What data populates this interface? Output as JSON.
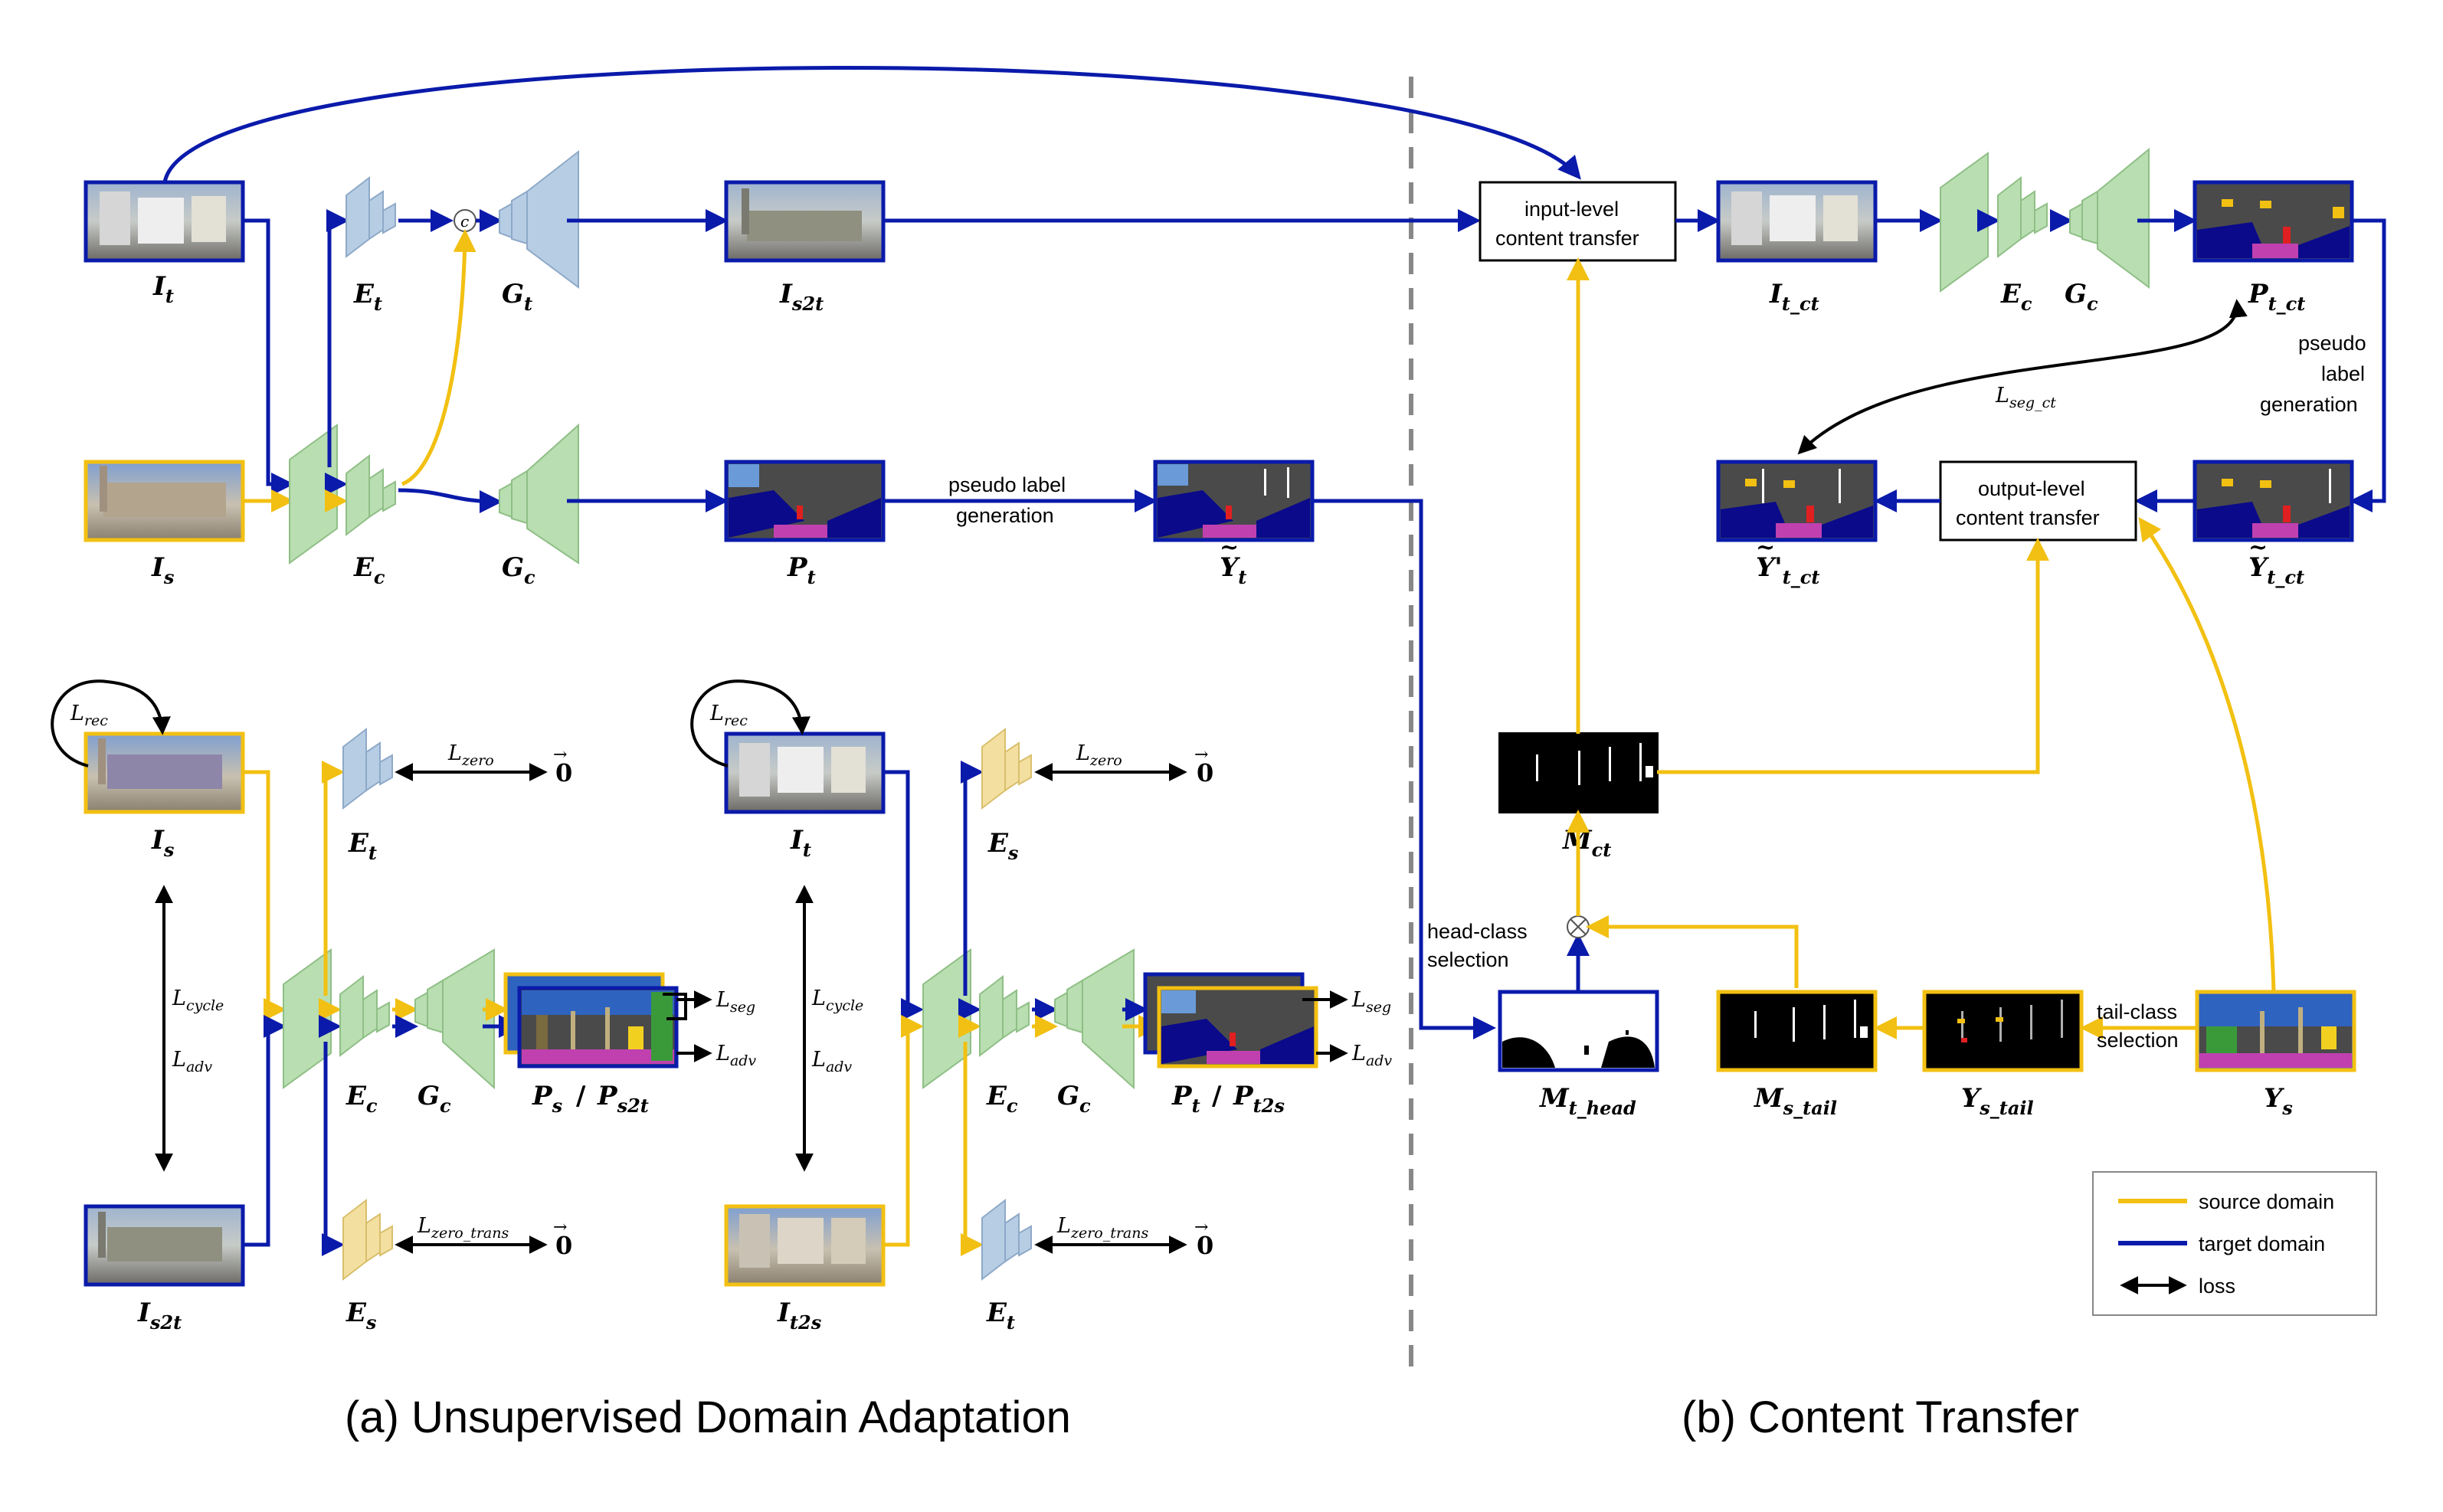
{
  "captions": {
    "left": "(a) Unsupervised Domain Adaptation",
    "right": "(b) Content Transfer"
  },
  "labels": {
    "It_top": "I",
    "It_top_sub": "t",
    "Et_top": "E",
    "Et_top_sub": "t",
    "Gt_top": "G",
    "Gt_top_sub": "t",
    "Is2t_top": "I",
    "Is2t_top_sub": "s2t",
    "Is_top": "I",
    "Is_top_sub": "s",
    "Ec_top": "E",
    "Ec_top_sub": "c",
    "Gc_top": "G",
    "Gc_top_sub": "c",
    "Pt_top": "P",
    "Pt_top_sub": "t",
    "Yt_top": "Y",
    "Yt_top_sub": "t",
    "Is_mid": "I",
    "Is_mid_sub": "s",
    "Et_mid": "E",
    "Et_mid_sub": "t",
    "Ec_mid1": "E",
    "Ec_mid1_sub": "c",
    "Gc_mid1": "G",
    "Gc_mid1_sub": "c",
    "Ps_mid": "P",
    "Ps_mid_sub": "s",
    "Ps2t_mid": "P",
    "Ps2t_mid_sub": "s2t",
    "Es_bot1": "E",
    "Es_bot1_sub": "s",
    "Is2t_bot": "I",
    "Is2t_bot_sub": "s2t",
    "It_mid": "I",
    "It_mid_sub": "t",
    "Es_mid": "E",
    "Es_mid_sub": "s",
    "Ec_mid2": "E",
    "Ec_mid2_sub": "c",
    "Gc_mid2": "G",
    "Gc_mid2_sub": "c",
    "Pt_mid": "P",
    "Pt_mid_sub": "t",
    "Pt2s_mid": "P",
    "Pt2s_mid_sub": "t2s",
    "Et_bot2": "E",
    "Et_bot2_sub": "t",
    "It2s_bot": "I",
    "It2s_bot_sub": "t2s",
    "Itct": "I",
    "Itct_sub": "t_ct",
    "Ec_r": "E",
    "Ec_r_sub": "c",
    "Gc_r": "G",
    "Gc_r_sub": "c",
    "Ptct": "P",
    "Ptct_sub": "t_ct",
    "Yprime": "Y'",
    "Yprime_sub": "t_ct",
    "Ytct": "Y",
    "Ytct_sub": "t_ct",
    "Mct": "M",
    "Mct_sub": "ct",
    "Mthead": "M",
    "Mthead_sub": "t_head",
    "Mstail": "M",
    "Mstail_sub": "s_tail",
    "Ystail": "Y",
    "Ystail_sub": "s_tail",
    "Ys": "Y",
    "Ys_sub": "s"
  },
  "losses": {
    "rec": "L",
    "rec_sub": "rec",
    "zero": "L",
    "zero_sub": "zero",
    "zero_trans": "L",
    "zero_trans_sub": "zero_trans",
    "cycle": "L",
    "cycle_sub": "cycle",
    "adv": "L",
    "adv_sub": "adv",
    "seg": "L",
    "seg_sub": "seg",
    "seg_ct": "L",
    "seg_ct_sub": "seg_ct",
    "zero_vec": "0"
  },
  "boxes": {
    "input_level_1": "input-level",
    "input_level_2": "content transfer",
    "output_level_1": "output-level",
    "output_level_2": "content transfer"
  },
  "annotations": {
    "pseudo_1": "pseudo label",
    "pseudo_2": "generation",
    "pseudo_r_1": "pseudo",
    "pseudo_r_2": "label",
    "pseudo_r_3": "generation",
    "head_1": "head-class",
    "head_2": "selection",
    "tail_1": "tail-class",
    "tail_2": "selection",
    "slash": "/",
    "concat": "c"
  },
  "legend": {
    "source": "source domain",
    "target": "target domain",
    "loss": "loss"
  },
  "colors": {
    "source": "#F2C012",
    "target": "#0A1AAA",
    "loss": "#000000",
    "divider": "#888888",
    "enc_green": "#B9DEB1",
    "enc_blue": "#B7CDE4",
    "enc_yellow": "#F3DFA0"
  }
}
